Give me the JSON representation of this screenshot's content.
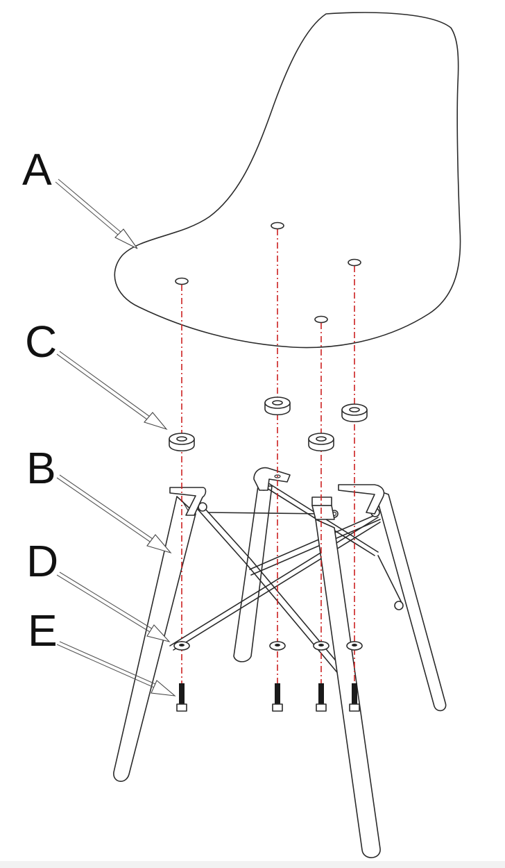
{
  "diagram": {
    "part_labels": {
      "seat_shell": "A",
      "base_frame": "B",
      "spacer": "C",
      "washer": "D",
      "bolt": "E"
    },
    "colors": {
      "line": "#2a2a2a",
      "guide": "#cc1f1f",
      "background": "#ffffff"
    }
  }
}
